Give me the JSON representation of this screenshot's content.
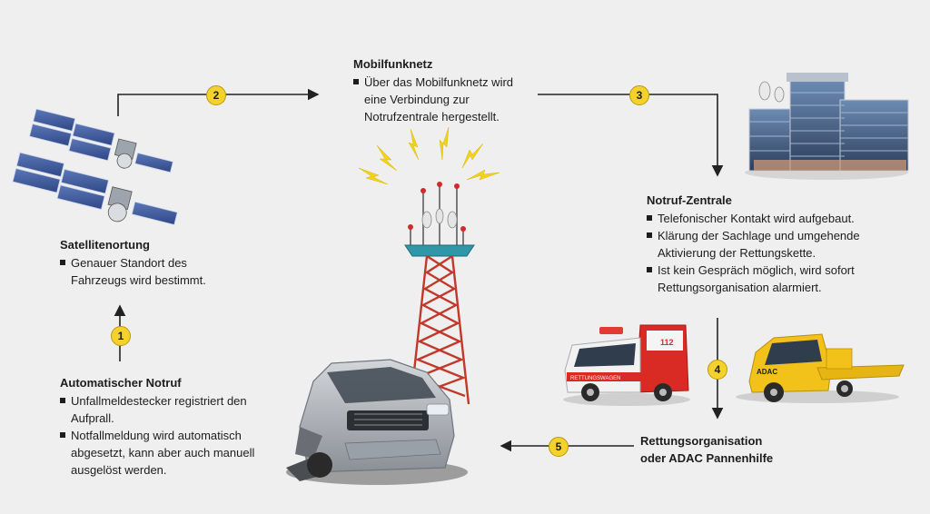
{
  "steps": {
    "satellite": {
      "title": "Satellitenortung",
      "bullets": [
        "Genauer Standort des Fahrzeugs wird bestimmt."
      ]
    },
    "network": {
      "title": "Mobilfunknetz",
      "bullets": [
        "Über das Mobilfunknetz wird eine Verbindung zur Notrufzentrale hergestellt."
      ]
    },
    "center": {
      "title": "Notruf-Zentrale",
      "bullets": [
        "Telefonischer Kontakt wird aufgebaut.",
        "Klärung der Sachlage und umgehende Aktivierung der Rettungskette.",
        "Ist kein Gespräch möglich, wird sofort Rettungsorganisation alarmiert."
      ]
    },
    "auto_call": {
      "title": "Automatischer Notruf",
      "bullets": [
        "Unfallmeldestecker registriert den Aufprall.",
        "Notfallmeldung wird automatisch abgesetzt, kann aber auch manuell ausgelöst werden."
      ]
    },
    "rescue": {
      "title_line1": "Rettungsorganisation",
      "title_line2": "oder ADAC Pannenhilfe"
    }
  },
  "badges": [
    "1",
    "2",
    "3",
    "4",
    "5"
  ],
  "vehicle_labels": {
    "ambulance_number": "112",
    "ambulance_text": "RETTUNGSWAGEN",
    "tow_truck_brand": "ADAC"
  },
  "colors": {
    "background": "#efefef",
    "badge": "#f4d22b",
    "arrow": "#222222",
    "lightning": "#f2d21d",
    "tower": "#c0392b"
  },
  "icons": [
    "satellite-icon",
    "cell-tower-icon",
    "office-building-icon",
    "crashed-car-icon",
    "ambulance-icon",
    "tow-truck-icon"
  ]
}
